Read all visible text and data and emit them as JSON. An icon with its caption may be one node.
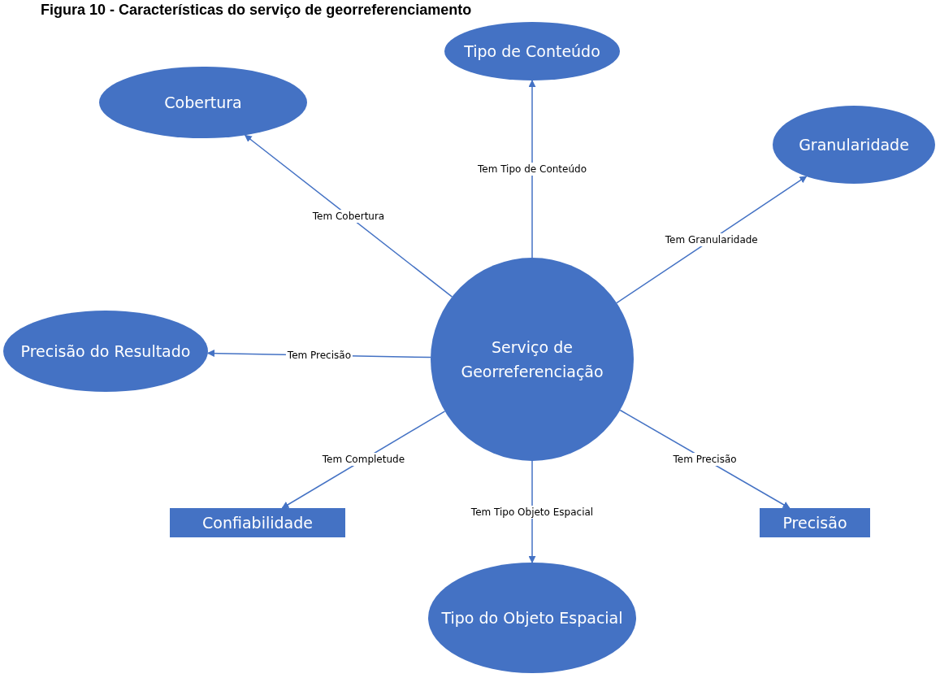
{
  "diagram": {
    "title": "Figura 10 - Características do serviço de georreferenciamento",
    "nodes": [
      {
        "text": [
          "Tipo de Conteúdo"
        ]
      },
      {
        "text": [
          "Cobertura"
        ]
      },
      {
        "text": [
          "Granularidade"
        ]
      },
      {
        "text": [
          "Precisão do Resultado"
        ]
      },
      {
        "text": [
          "Serviço de Georreferenciação"
        ]
      },
      {
        "text": [
          "Confiabilidade"
        ]
      },
      {
        "text": [
          "Precisão"
        ]
      },
      {
        "text": [
          "Tipo do Objeto Espacial"
        ]
      }
    ],
    "edges": [
      {
        "from": 4,
        "to": 0,
        "arrow": "to",
        "label": "Tem Tipo de Conteúdo"
      },
      {
        "from": 4,
        "to": 1,
        "arrow": "to",
        "label": "Tem Cobertura"
      },
      {
        "from": 4,
        "to": 2,
        "arrow": "to",
        "label": "Tem Granularidade"
      },
      {
        "from": 4,
        "to": 3,
        "arrow": "to",
        "label": "Tem Precisão"
      },
      {
        "from": 4,
        "to": 5,
        "arrow": "to",
        "label": "Tem Completude"
      },
      {
        "from": 4,
        "to": 6,
        "arrow": "to",
        "label": "Tem Precisão"
      },
      {
        "from": 4,
        "to": 7,
        "arrow": "to",
        "label": "Tem Tipo Objeto Espacial"
      }
    ]
  }
}
